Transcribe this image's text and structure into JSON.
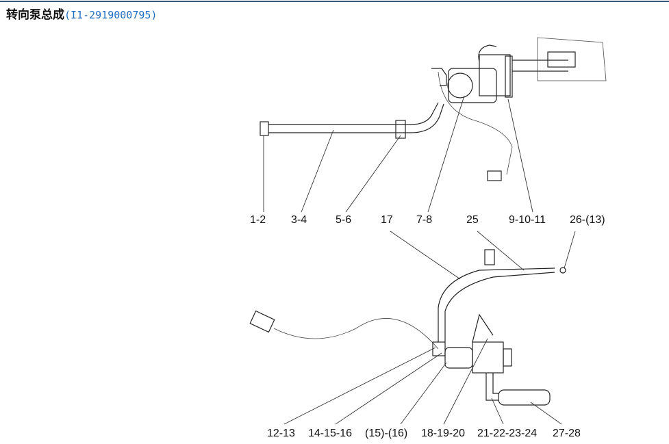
{
  "header": {
    "title": "转向泵总成",
    "code": "(I1-2919000795)"
  },
  "diagram": {
    "top_labels": [
      "1-2",
      "3-4",
      "5-6",
      "17",
      "7-8",
      "25",
      "9-10-11",
      "26-(13)"
    ],
    "bottom_labels": [
      "12-13",
      "14-15-16",
      "(15)-(16)",
      "18-19-20",
      "21-22-23-24",
      "27-28"
    ]
  }
}
